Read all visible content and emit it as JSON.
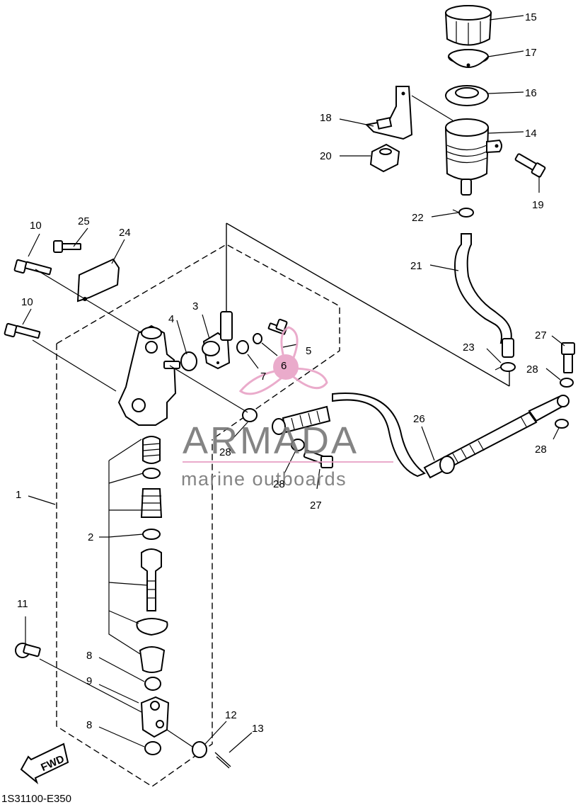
{
  "diagram": {
    "code": "1S31100-E350",
    "fwd_label": "FWD",
    "callouts": [
      {
        "id": "c1",
        "label": "1"
      },
      {
        "id": "c2",
        "label": "2"
      },
      {
        "id": "c3",
        "label": "3"
      },
      {
        "id": "c4",
        "label": "4"
      },
      {
        "id": "c5",
        "label": "5"
      },
      {
        "id": "c6",
        "label": "6"
      },
      {
        "id": "c7",
        "label": "7"
      },
      {
        "id": "c8a",
        "label": "8"
      },
      {
        "id": "c8b",
        "label": "8"
      },
      {
        "id": "c9",
        "label": "9"
      },
      {
        "id": "c10a",
        "label": "10"
      },
      {
        "id": "c10b",
        "label": "10"
      },
      {
        "id": "c11",
        "label": "11"
      },
      {
        "id": "c12",
        "label": "12"
      },
      {
        "id": "c13",
        "label": "13"
      },
      {
        "id": "c14",
        "label": "14"
      },
      {
        "id": "c15",
        "label": "15"
      },
      {
        "id": "c16",
        "label": "16"
      },
      {
        "id": "c17",
        "label": "17"
      },
      {
        "id": "c18",
        "label": "18"
      },
      {
        "id": "c19",
        "label": "19"
      },
      {
        "id": "c20",
        "label": "20"
      },
      {
        "id": "c21",
        "label": "21"
      },
      {
        "id": "c22",
        "label": "22"
      },
      {
        "id": "c23",
        "label": "23"
      },
      {
        "id": "c24",
        "label": "24"
      },
      {
        "id": "c25",
        "label": "25"
      },
      {
        "id": "c26",
        "label": "26"
      },
      {
        "id": "c27a",
        "label": "27"
      },
      {
        "id": "c27b",
        "label": "27"
      },
      {
        "id": "c28a",
        "label": "28"
      },
      {
        "id": "c28b",
        "label": "28"
      },
      {
        "id": "c28c",
        "label": "28"
      },
      {
        "id": "c28d",
        "label": "28"
      }
    ]
  },
  "watermark": {
    "brand": "ARMADA",
    "tagline": "marine outboards",
    "color": "#e8a3c6",
    "text_color": "#777777"
  }
}
